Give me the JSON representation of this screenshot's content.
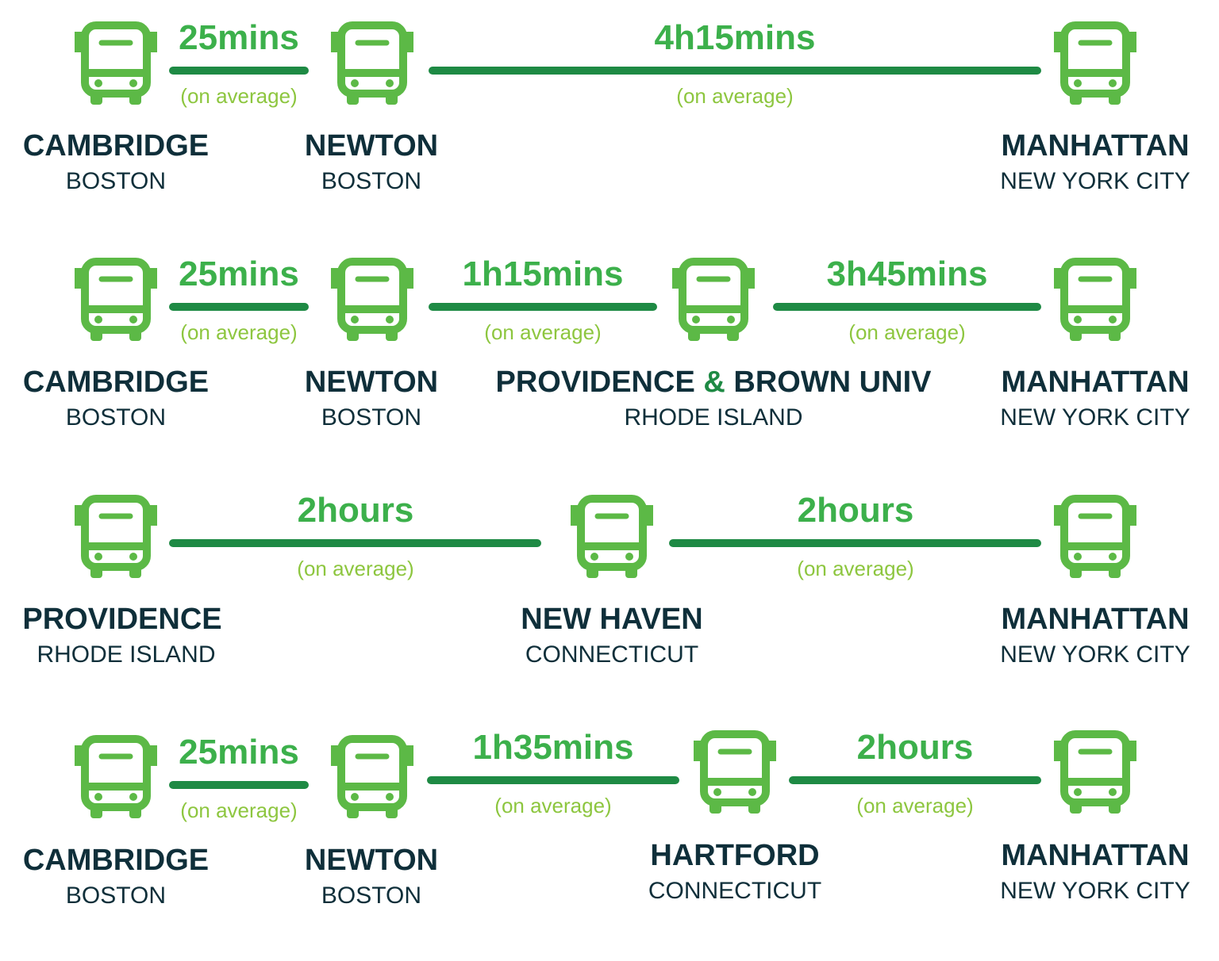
{
  "colors": {
    "bus_icon": "#5cb946",
    "connector_line": "#1e8a44",
    "duration_text": "#3cb04b",
    "average_note": "#8dc63f",
    "station_text": "#0f2f3a"
  },
  "icon": "bus-front-icon",
  "routes": [
    {
      "stations": [
        {
          "name": "CAMBRIDGE",
          "region": "BOSTON"
        },
        {
          "name": "NEWTON",
          "region": "BOSTON"
        },
        {
          "name": "MANHATTAN",
          "region": "NEW YORK CITY"
        }
      ],
      "segments": [
        {
          "duration": "25mins",
          "note": "(on average)"
        },
        {
          "duration": "4h15mins",
          "note": "(on average)"
        }
      ]
    },
    {
      "stations": [
        {
          "name": "CAMBRIDGE",
          "region": "BOSTON"
        },
        {
          "name": "NEWTON",
          "region": "BOSTON"
        },
        {
          "name_part1": "PROVIDENCE",
          "name_amp": "&",
          "name_part2": "BROWN UNIV",
          "region": "RHODE ISLAND"
        },
        {
          "name": "MANHATTAN",
          "region": "NEW YORK CITY"
        }
      ],
      "segments": [
        {
          "duration": "25mins",
          "note": "(on average)"
        },
        {
          "duration": "1h15mins",
          "note": "(on average)"
        },
        {
          "duration": "3h45mins",
          "note": "(on average)"
        }
      ]
    },
    {
      "stations": [
        {
          "name": "PROVIDENCE",
          "region": "RHODE ISLAND"
        },
        {
          "name": "NEW HAVEN",
          "region": "CONNECTICUT"
        },
        {
          "name": "MANHATTAN",
          "region": "NEW YORK CITY"
        }
      ],
      "segments": [
        {
          "duration": "2hours",
          "note": "(on average)"
        },
        {
          "duration": "2hours",
          "note": "(on average)"
        }
      ]
    },
    {
      "stations": [
        {
          "name": "CAMBRIDGE",
          "region": "BOSTON"
        },
        {
          "name": "NEWTON",
          "region": "BOSTON"
        },
        {
          "name": "HARTFORD",
          "region": "CONNECTICUT"
        },
        {
          "name": "MANHATTAN",
          "region": "NEW YORK CITY"
        }
      ],
      "segments": [
        {
          "duration": "25mins",
          "note": "(on average)"
        },
        {
          "duration": "1h35mins",
          "note": "(on average)"
        },
        {
          "duration": "2hours",
          "note": "(on average)"
        }
      ]
    }
  ]
}
